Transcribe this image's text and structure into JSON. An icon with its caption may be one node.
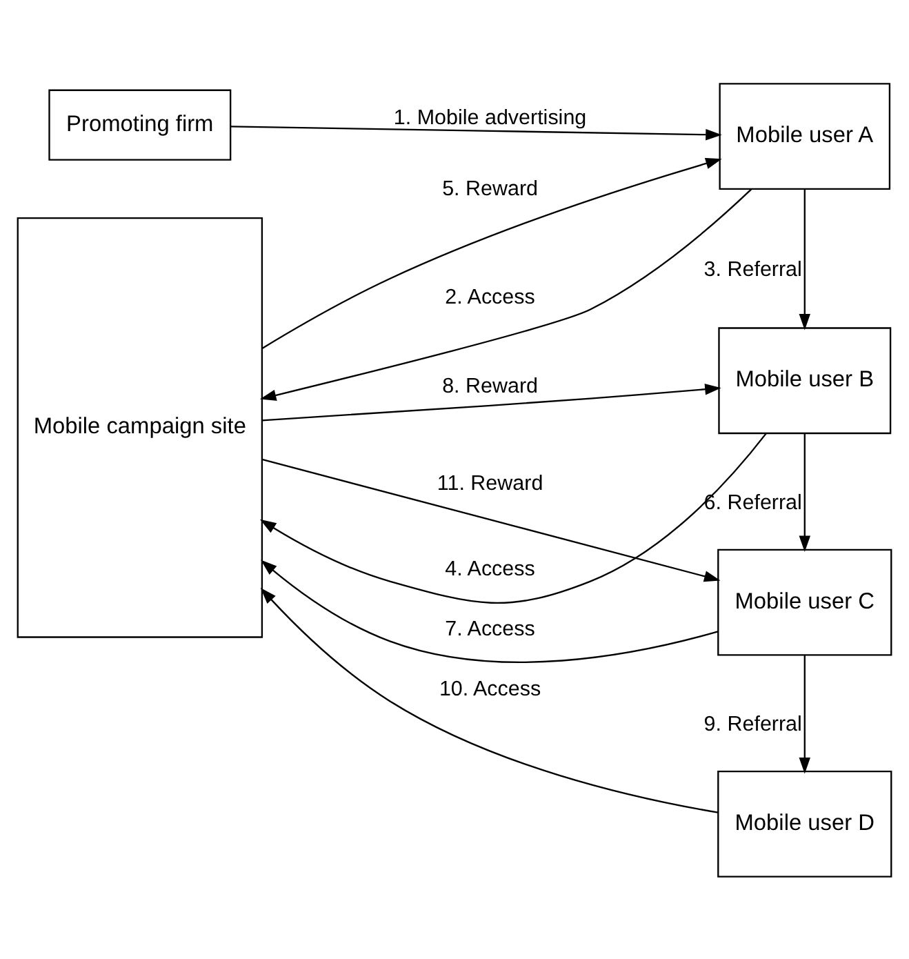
{
  "diagram": {
    "nodes": [
      {
        "text": [
          "Promoting firm"
        ]
      },
      {
        "text": [
          "Mobile user A"
        ]
      },
      {
        "text": [
          "Mobile campaign site"
        ]
      },
      {
        "text": [
          "Mobile user B"
        ]
      },
      {
        "text": [
          "Mobile user C"
        ]
      },
      {
        "text": [
          "Mobile user D"
        ]
      }
    ],
    "edges": [
      {
        "from": 0,
        "to": 1,
        "arrow": "to",
        "label": "1. Mobile advertising"
      },
      {
        "from": 1,
        "to": 2,
        "arrow": "to",
        "label": "2. Access"
      },
      {
        "from": 1,
        "to": 3,
        "arrow": "to",
        "label": "3. Referral"
      },
      {
        "from": 3,
        "to": 2,
        "arrow": "to",
        "label": "4. Access"
      },
      {
        "from": 2,
        "to": 1,
        "arrow": "to",
        "label": "5. Reward"
      },
      {
        "from": 3,
        "to": 4,
        "arrow": "to",
        "label": "6. Referral"
      },
      {
        "from": 4,
        "to": 2,
        "arrow": "to",
        "label": "7. Access"
      },
      {
        "from": 2,
        "to": 3,
        "arrow": "to",
        "label": "8. Reward"
      },
      {
        "from": 4,
        "to": 5,
        "arrow": "to",
        "label": "9. Referral"
      },
      {
        "from": 5,
        "to": 2,
        "arrow": "to",
        "label": "10. Access"
      },
      {
        "from": 2,
        "to": 4,
        "arrow": "to",
        "label": "11. Reward"
      }
    ]
  }
}
